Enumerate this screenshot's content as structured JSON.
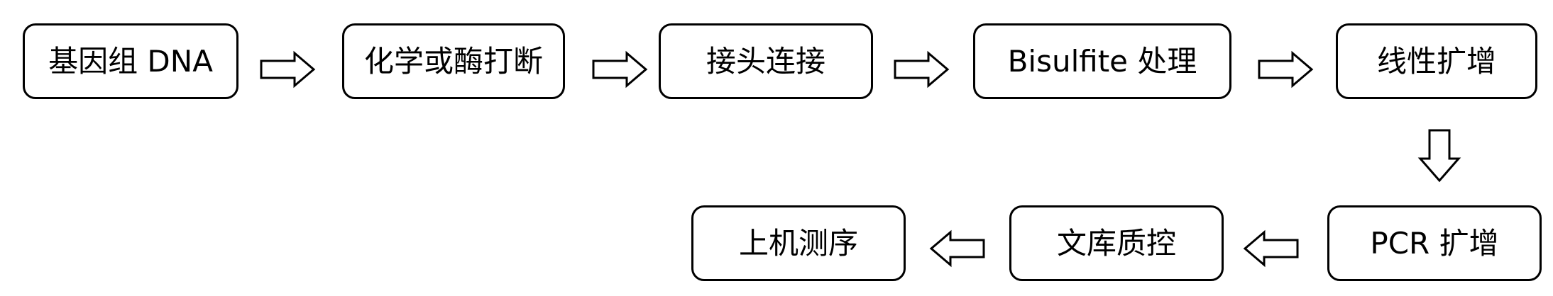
{
  "diagram": {
    "steps": [
      {
        "label": "基因组 DNA"
      },
      {
        "label": "化学或酶打断"
      },
      {
        "label": "接头连接"
      },
      {
        "label": "Bisulfite 处理"
      },
      {
        "label": "线性扩增"
      },
      {
        "label": "PCR 扩增"
      },
      {
        "label": "文库质控"
      },
      {
        "label": "上机测序"
      }
    ]
  },
  "colors": {
    "box_border": "#000000",
    "box_fill": "#ffffff",
    "arrow_outline": "#000000",
    "arrow_fill": "#ffffff",
    "text": "#000000",
    "background": "#ffffff"
  }
}
